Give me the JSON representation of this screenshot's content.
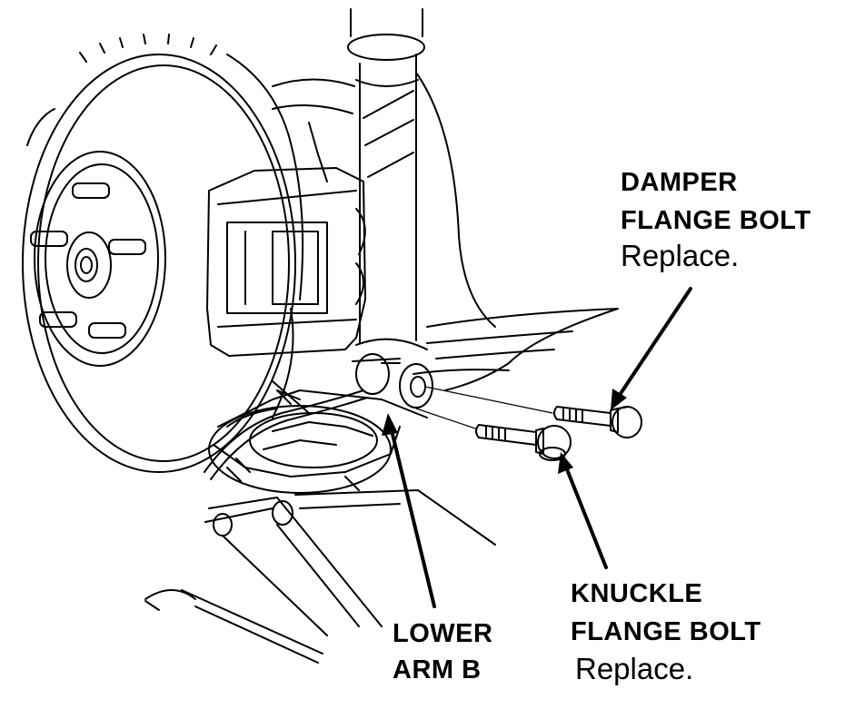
{
  "callouts": {
    "damper": {
      "line1": "DAMPER",
      "line2": "FLANGE BOLT",
      "note": "Replace."
    },
    "knuckle": {
      "line1": "KNUCKLE",
      "line2": "FLANGE BOLT",
      "note": "Replace."
    },
    "lower_arm": {
      "line1": "LOWER",
      "line2": "ARM B"
    }
  },
  "colors": {
    "ink": "#000000",
    "paper": "#ffffff"
  }
}
